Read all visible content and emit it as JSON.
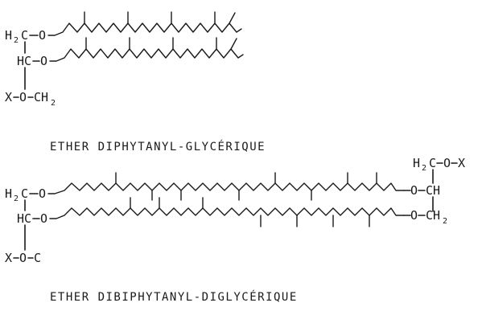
{
  "top_molecule": {
    "caption": "ETHER DIPHYTANYL-GLYCÉRIQUE",
    "atoms": {
      "h2c": "H",
      "h2c_sub": "2",
      "h2c_c": "C",
      "o1": "O",
      "hc": "HC",
      "o2": "O",
      "x": "X",
      "o3": "O",
      "ch": "CH",
      "ch_sub": "2"
    }
  },
  "bottom_molecule": {
    "caption": "ETHER DIBIPHYTANYL-DIGLYCÉRIQUE",
    "left_atoms": {
      "h2c": "H",
      "h2c_sub": "2",
      "h2c_c": "C",
      "o1": "O",
      "hc": "HC",
      "o2": "O",
      "x": "X",
      "o3": "O",
      "c": "C"
    },
    "right_atoms": {
      "h2c": "H",
      "h2c_sub": "2",
      "h2c_c": "C",
      "o_top": "O",
      "x": "X",
      "o1": "O",
      "ch": "CH",
      "o2": "O",
      "ch2": "CH",
      "ch2_sub": "2"
    }
  }
}
